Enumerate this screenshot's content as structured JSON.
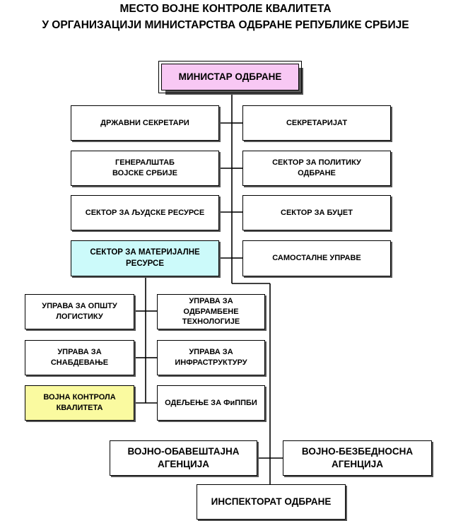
{
  "title": {
    "line1": "МЕСТО ВОЈНЕ КОНТРОЛЕ КВАЛИТЕТА",
    "line2": "У ОРГАНИЗАЦИЈИ МИНИСТАРСТВА ОДБРАНЕ  РЕПУБЛИКЕ СРБИЈЕ"
  },
  "nodes": {
    "minister": "МИНИСТАР ОДБРАНЕ",
    "state_secretaries": "ДРЖАВНИ СЕКРЕТАРИ",
    "secretariat": "СЕКРЕТАРИЈАТ",
    "general_staff": "ГЕНЕРАЛШТАБ ВОЈСКЕ СРБИЈЕ",
    "defence_policy": "СЕКТОР ЗА ПОЛИТИКУ ОДБРАНЕ",
    "human_resources": "СЕКТОР ЗА ЉУДСКЕ РЕСУРСЕ",
    "budget": "СЕКТОР ЗА БУЏЕТ",
    "material_resources": "СЕКТОР ЗА МАТЕРИЈАЛНЕ РЕСУРСЕ",
    "independent_directorates": "САМОСТАЛНЕ УПРАВЕ",
    "general_logistics": "УПРАВА ЗА ОПШТУ ЛОГИСТИКУ",
    "defence_technologies": "УПРАВА ЗА ОДБРАМБЕНЕ ТЕХНОЛОГИЈЕ",
    "supply": "УПРАВА ЗА СНАБДЕВАЊЕ",
    "infrastructure": "УПРАВА ЗА ИНФРАСТРУКТУРУ",
    "quality_control": "ВОЈНА КОНТРОЛА КВАЛИТЕТА",
    "fippbi": "ОДЕЉЕЊЕ ЗА ФиППБИ",
    "intelligence_agency": "ВОЈНО-ОБАВЕШТАЈНА АГЕНЦИЈА",
    "security_agency": "ВОЈНО-БЕЗБЕДНОСНА АГЕНЦИЈА",
    "inspectorate": "ИНСПЕКТОРАТ ОДБРАНЕ"
  },
  "colors": {
    "minister_fill": "#f8c8f4",
    "material_resources_fill": "#ccfafa",
    "quality_control_fill": "#fafaa0",
    "line": "#000000"
  }
}
